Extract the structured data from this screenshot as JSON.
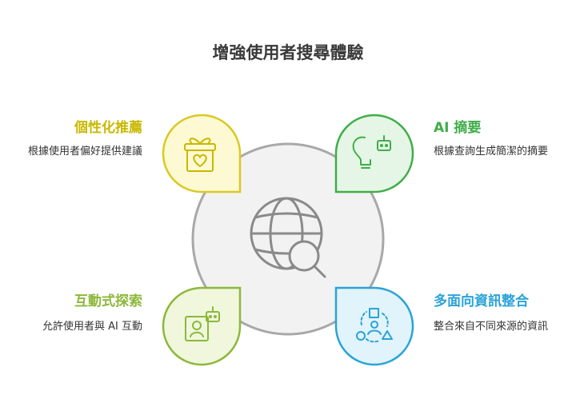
{
  "title": "增強使用者搜尋體驗",
  "colors": {
    "personalized": "#c9b800",
    "ai_summary": "#3fae49",
    "interactive": "#8cb83a",
    "multi_source": "#2aa3d8",
    "center_fill": "#f2f2f2",
    "center_stroke": "#9a9a9a"
  },
  "items": [
    {
      "key": "personalized",
      "heading": "個性化推薦",
      "description": "根據使用者偏好提供建議",
      "icon": "gift-heart-icon"
    },
    {
      "key": "ai_summary",
      "heading": "AI 摘要",
      "description": "根據查詢生成簡潔的摘要",
      "icon": "lightbulb-robot-icon"
    },
    {
      "key": "interactive",
      "heading": "互動式探索",
      "description": "允許使用者與 AI 互動",
      "icon": "user-robot-icon"
    },
    {
      "key": "multi_source",
      "heading": "多面向資訊整合",
      "description": "整合來自不同來源的資訊",
      "icon": "shapes-network-icon"
    }
  ],
  "center_icon": "globe-search-icon"
}
